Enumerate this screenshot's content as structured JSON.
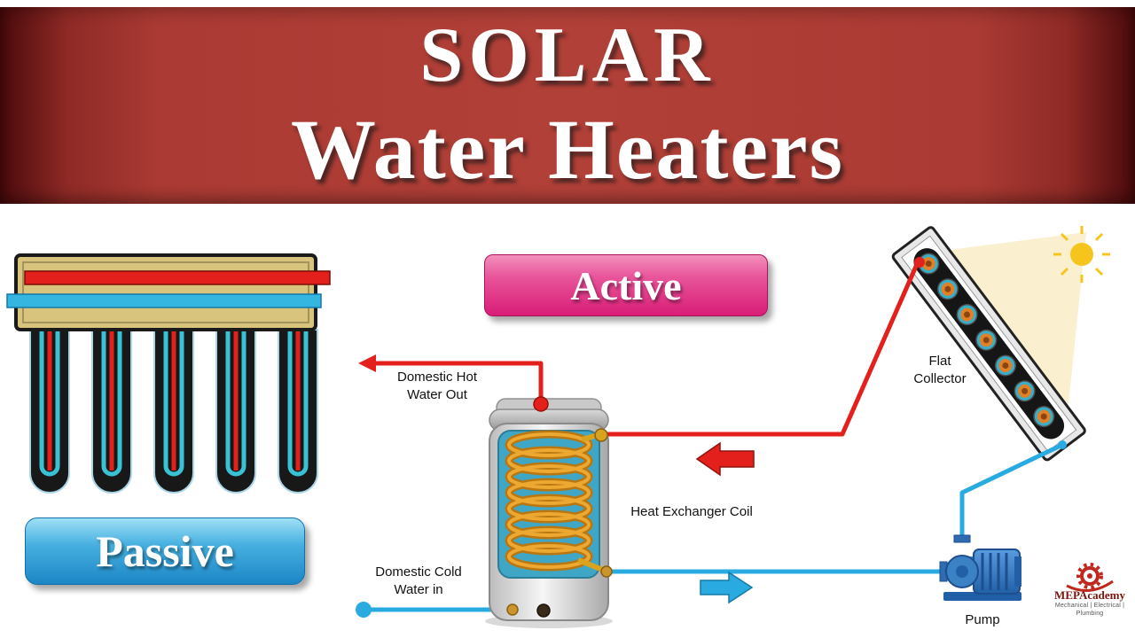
{
  "banner": {
    "line1": "SOLAR",
    "line2": "Water Heaters"
  },
  "passive": {
    "label": "Passive"
  },
  "active": {
    "label": "Active"
  },
  "labels": {
    "hot_out_line1": "Domestic Hot",
    "hot_out_line2": "Water Out",
    "cold_in_line1": "Domestic Cold",
    "cold_in_line2": "Water in",
    "heat_exchanger": "Heat Exchanger Coil",
    "flat_line1": "Flat",
    "flat_line2": "Collector",
    "pump": "Pump"
  },
  "logo": {
    "name": "MEPAcademy",
    "tagline": "Mechanical | Electrical | Plumbing"
  },
  "colors": {
    "banner_red": "#b14038",
    "banner_edge": "#4a0a0c",
    "active_pink": "#d91d77",
    "passive_blue": "#1c86c6",
    "hot_red": "#e3201b",
    "cold_cyan": "#29abe2",
    "coil_orange": "#e09c1d",
    "tank_teal": "#3fa6c6",
    "collector_tan": "#d8c47c",
    "sun_yellow": "#f6c51d",
    "logo_red": "#c0271d"
  }
}
